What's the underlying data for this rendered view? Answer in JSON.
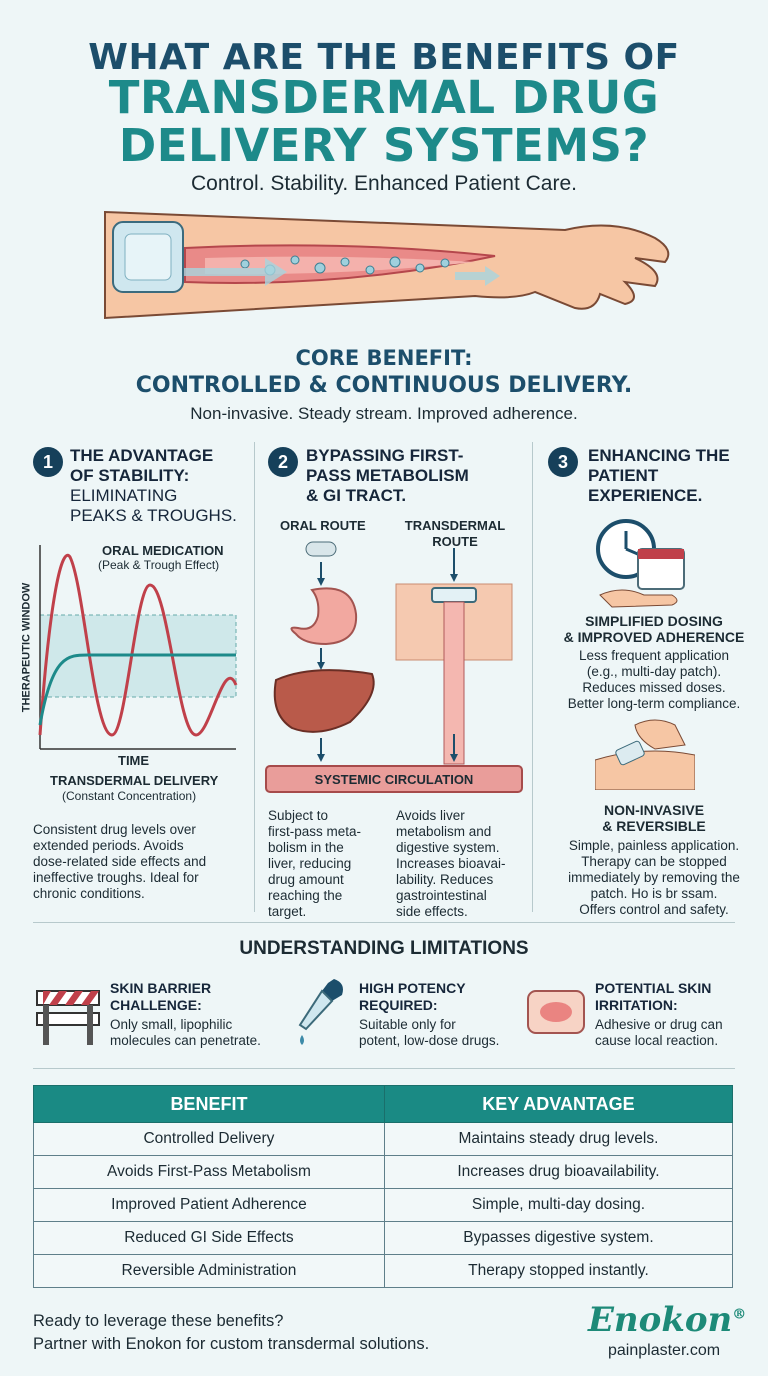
{
  "header": {
    "title_line1": "WHAT ARE THE BENEFITS OF",
    "title_line2": "TRANSDERMAL DRUG",
    "title_line3": "DELIVERY SYSTEMS?",
    "subtitle": "Control. Stability. Enhanced Patient Care."
  },
  "core": {
    "line1": "CORE BENEFIT:",
    "line2": "CONTROLLED & CONTINUOUS DELIVERY.",
    "tagline": "Non-invasive. Steady stream. Improved adherence."
  },
  "sections": [
    {
      "number": "1",
      "title_a": "THE ADVANTAGE",
      "title_b": "OF STABILITY:",
      "sub_a": "ELIMINATING",
      "sub_b": "PEAKS & TROUGHS.",
      "chart_oral_label": "ORAL MEDICATION",
      "chart_oral_sub": "(Peak & Trough Effect)",
      "chart_y_label": "THERAPEUTIC WINDOW",
      "chart_x_label": "TIME",
      "chart_td_label": "TRANSDERMAL DELIVERY",
      "chart_td_sub": "(Constant Concentration)",
      "body": [
        "Consistent drug levels over",
        "extended periods. Avoids",
        "dose-related side effects and",
        "ineffective troughs. Ideal for",
        "chronic conditions."
      ]
    },
    {
      "number": "2",
      "title_a": "BYPASSING FIRST-",
      "title_b": "PASS METABOLISM",
      "title_c": "& GI TRACT.",
      "oral_route": "ORAL ROUTE",
      "td_route_a": "TRANSDERMAL",
      "td_route_b": "ROUTE",
      "systemic": "SYSTEMIC CIRCULATION",
      "left_body": [
        "Subject to",
        "first-pass meta-",
        "bolism in the",
        "liver, reducing",
        "drug amount",
        "reaching the",
        "target."
      ],
      "right_body": [
        "Avoids liver",
        "metabolism and",
        "digestive system.",
        "Increases bioavai-",
        "lability. Reduces",
        "gastrointestinal",
        "side effects."
      ]
    },
    {
      "number": "3",
      "title_a": "ENHANCING THE",
      "title_b": "PATIENT",
      "title_c": "EXPERIENCE.",
      "h1_a": "SIMPLIFIED DOSING",
      "h1_b": "& IMPROVED ADHERENCE",
      "b1": [
        "Less frequent application",
        "(e.g., multi-day patch).",
        "Reduces missed doses.",
        "Better long-term compliance."
      ],
      "h2_a": "NON-INVASIVE",
      "h2_b": "& REVERSIBLE",
      "b2": [
        "Simple, painless application.",
        "Therapy can be stopped",
        "immediately by removing the",
        "patch. Ho is br ssam.",
        "Offers control and safety."
      ]
    }
  ],
  "limitations": {
    "heading": "UNDERSTANDING LIMITATIONS",
    "items": [
      {
        "title_a": "SKIN BARRIER",
        "title_b": "CHALLENGE:",
        "text_a": "Only small, lipophilic",
        "text_b": "molecules can penetrate."
      },
      {
        "title_a": "HIGH POTENCY",
        "title_b": "REQUIRED:",
        "text_a": "Suitable only for",
        "text_b": "potent, low-dose drugs."
      },
      {
        "title_a": "POTENTIAL SKIN",
        "title_b": "IRRITATION:",
        "text_a": "Adhesive or drug can",
        "text_b": "cause local reaction."
      }
    ]
  },
  "table": {
    "headers": [
      "BENEFIT",
      "KEY ADVANTAGE"
    ],
    "rows": [
      [
        "Controlled Delivery",
        "Maintains steady drug levels."
      ],
      [
        "Avoids First-Pass Metabolism",
        "Increases drug bioavailability."
      ],
      [
        "Improved Patient Adherence",
        "Simple, multi-day dosing."
      ],
      [
        "Reduced GI Side Effects",
        "Bypasses digestive system."
      ],
      [
        "Reversible Administration",
        "Therapy stopped instantly."
      ]
    ]
  },
  "footer": {
    "line1": "Ready to leverage these benefits?",
    "line2": "Partner with Enokon for custom transdermal solutions.",
    "brand": "Enokon",
    "registered": "®",
    "website": "painplaster.com"
  },
  "colors": {
    "teal": "#1d8a8a",
    "navy": "#1c4e6b",
    "table_header": "#1a8a84",
    "background": "#eef6f7"
  }
}
